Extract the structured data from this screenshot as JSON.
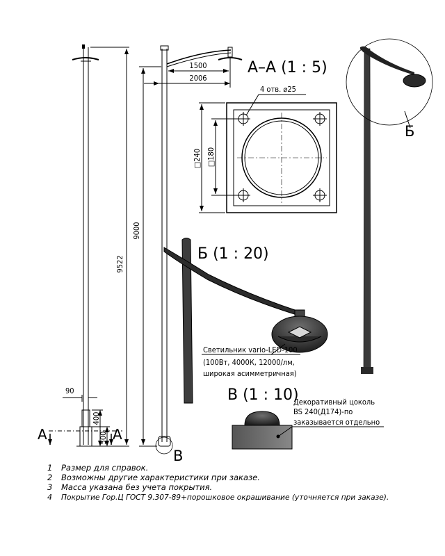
{
  "dimensions": {
    "total_height": "9522",
    "pole_height": "9000",
    "arm_reach": "1500",
    "arm_total": "2006",
    "base_width": "90",
    "base_400": "400",
    "base_500": "500",
    "flange_outer": "□240",
    "flange_inner": "□180",
    "holes": "4 отв. ⌀25"
  },
  "sections": {
    "aa": "А–А (1 : 5)",
    "b_detail": "Б (1 : 20)",
    "v_detail": "В (1 : 10)",
    "b_marker": "Б",
    "v_marker": "В",
    "a_left": "А",
    "a_right": "А"
  },
  "callouts": {
    "luminaire": [
      "Светильник vario-LED-100",
      "(100Вт, 4000К, 12000/лм,",
      "широкая асимметричная)"
    ],
    "base": [
      "Декоративный цоколь",
      "BS 240(Д174)-по",
      "заказывается отдельно"
    ]
  },
  "notes": [
    {
      "num": "1",
      "text": "Размер для справок."
    },
    {
      "num": "2",
      "text": "Возможны другие характеристики при заказе."
    },
    {
      "num": "3",
      "text": "Масса указана без учета покрытия."
    },
    {
      "num": "4",
      "text": "Покрытие Гор.Ц ГОСТ 9.307-89+порошковое окрашивание (уточняется при заказе)."
    }
  ]
}
